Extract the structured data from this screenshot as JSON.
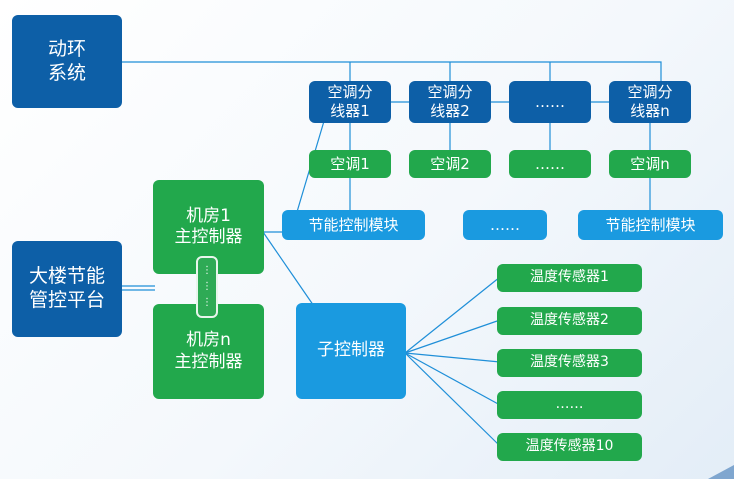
{
  "nodes": {
    "env_system": "动环\n系统",
    "platform": "大楼节能\n管控平台",
    "room1_controller": "机房1\n主控制器",
    "roomn_controller": "机房n\n主控制器",
    "link_dots": "⋮",
    "sub_controller": "子控制器",
    "ac_splitters": [
      "空调分\n线器1",
      "空调分\n线器2",
      "……",
      "空调分\n线器n"
    ],
    "ac_units": [
      "空调1",
      "空调2",
      "……",
      "空调n"
    ],
    "energy_modules": [
      "节能控制模块",
      "……",
      "节能控制模块"
    ],
    "temp_sensors": [
      "温度传感器1",
      "温度传感器2",
      "温度传感器3",
      "……",
      "温度传感器10"
    ]
  },
  "colors": {
    "navy": "#0d5fa7",
    "green": "#22a84c",
    "sky": "#1a9ae0",
    "line": "#1f8fd8"
  }
}
